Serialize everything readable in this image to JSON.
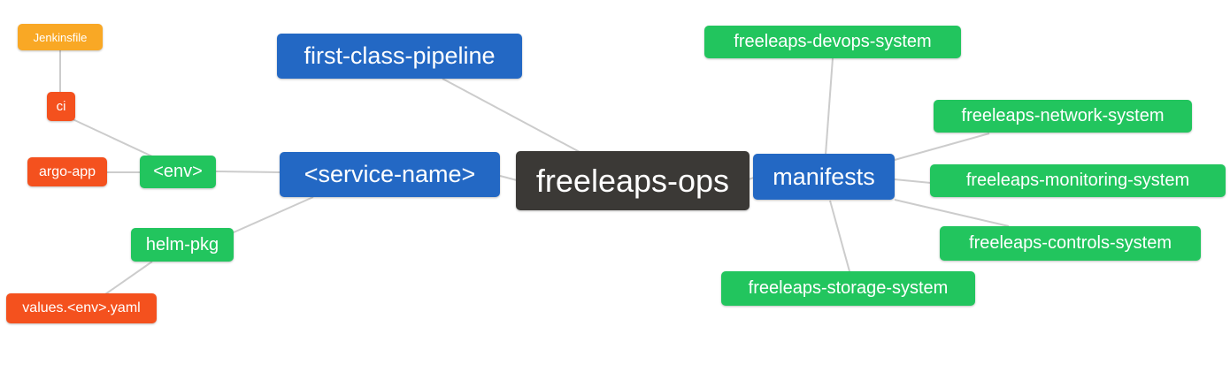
{
  "diagram_type": "mindmap",
  "palette": {
    "root_bg": "#3b3936",
    "branch_bg": "#2368c4",
    "leaf_green_bg": "#22c55e",
    "leaf_red_bg": "#f4511e",
    "leaf_orange_bg": "#f9a825",
    "edge_color": "#cccccc",
    "text_color": "#ffffff"
  },
  "nodes": {
    "root": {
      "label": "freeleaps-ops"
    },
    "first_class_pipeline": {
      "label": "first-class-pipeline"
    },
    "service_name": {
      "label": "<service-name>"
    },
    "env": {
      "label": "<env>"
    },
    "ci": {
      "label": "ci"
    },
    "jenkinsfile": {
      "label": "Jenkinsfile"
    },
    "argo_app": {
      "label": "argo-app"
    },
    "helm_pkg": {
      "label": "helm-pkg"
    },
    "values_env_yaml": {
      "label": "values.<env>.yaml"
    },
    "manifests": {
      "label": "manifests"
    },
    "devops_system": {
      "label": "freeleaps-devops-system"
    },
    "network_system": {
      "label": "freeleaps-network-system"
    },
    "monitoring_system": {
      "label": "freeleaps-monitoring-system"
    },
    "controls_system": {
      "label": "freeleaps-controls-system"
    },
    "storage_system": {
      "label": "freeleaps-storage-system"
    }
  },
  "edges": [
    {
      "from": "jenkinsfile",
      "to": "ci"
    },
    {
      "from": "ci",
      "to": "env"
    },
    {
      "from": "argo_app",
      "to": "env"
    },
    {
      "from": "env",
      "to": "service_name"
    },
    {
      "from": "helm_pkg",
      "to": "service_name"
    },
    {
      "from": "values_env_yaml",
      "to": "helm_pkg"
    },
    {
      "from": "first_class_pipeline",
      "to": "root"
    },
    {
      "from": "service_name",
      "to": "root"
    },
    {
      "from": "root",
      "to": "manifests"
    },
    {
      "from": "manifests",
      "to": "devops_system"
    },
    {
      "from": "manifests",
      "to": "network_system"
    },
    {
      "from": "manifests",
      "to": "monitoring_system"
    },
    {
      "from": "manifests",
      "to": "controls_system"
    },
    {
      "from": "manifests",
      "to": "storage_system"
    }
  ]
}
